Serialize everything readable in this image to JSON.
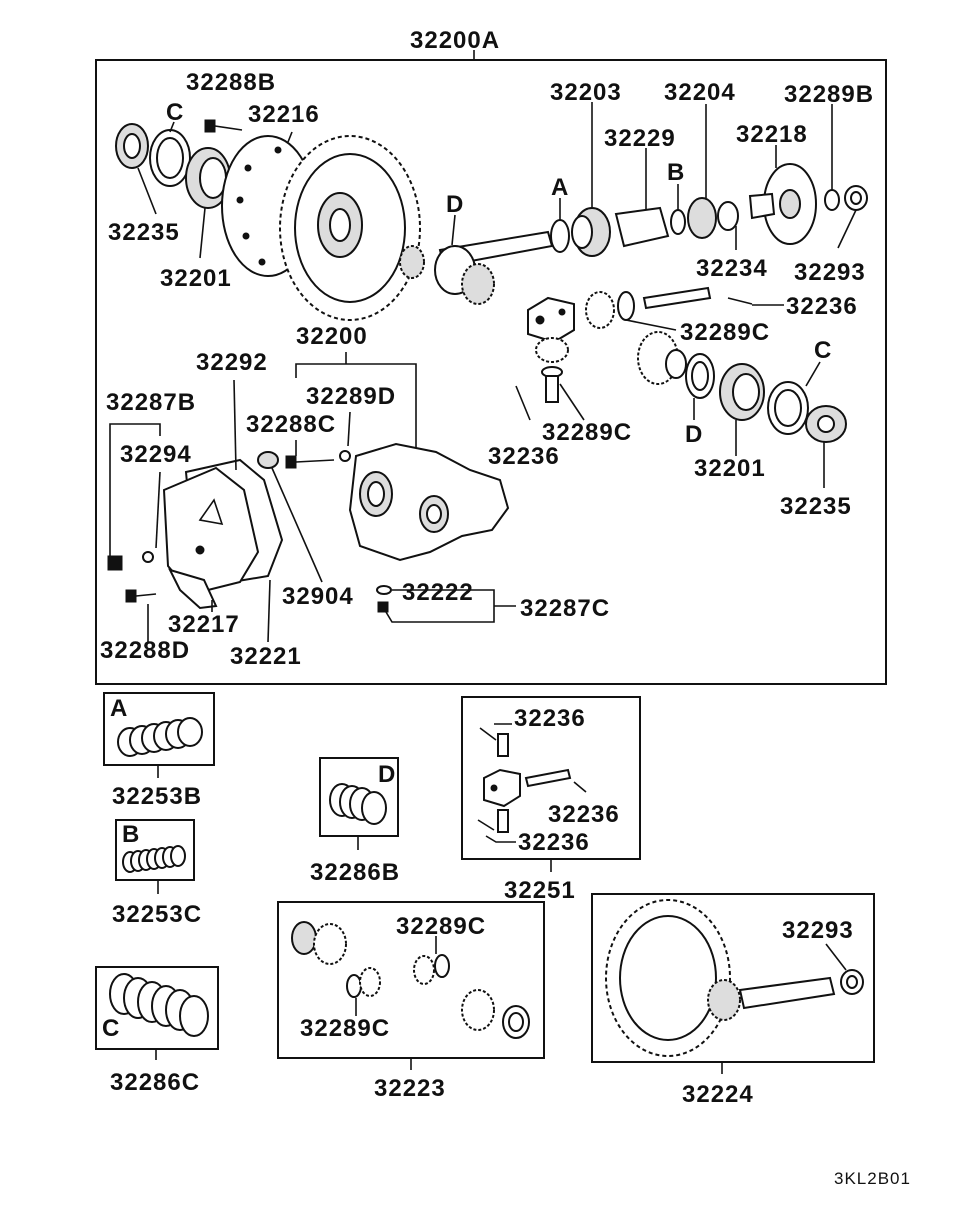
{
  "diagram": {
    "code": "3KL2B01",
    "parts": {
      "p32200A": "32200A",
      "p32288B": "32288B",
      "p32216": "32216",
      "c_top": "C",
      "p32235_top": "32235",
      "p32201_top": "32201",
      "d_top": "D",
      "a_top": "A",
      "p32203": "32203",
      "p32229": "32229",
      "b_top": "B",
      "p32204": "32204",
      "p32218": "32218",
      "p32289B": "32289B",
      "p32234": "32234",
      "p32293_top": "32293",
      "p32236_r1": "32236",
      "p32289C_r1": "32289C",
      "p32200": "32200",
      "p32292": "32292",
      "p32289D": "32289D",
      "p32287B": "32287B",
      "p32288C": "32288C",
      "p32294": "32294",
      "p32289C_r2": "32289C",
      "p32236_r2": "32236",
      "c_right": "C",
      "d_right": "D",
      "p32201_right": "32201",
      "p32235_right": "32235",
      "p32904": "32904",
      "p32222": "32222",
      "p32287C": "32287C",
      "p32217": "32217",
      "p32288D": "32288D",
      "p32221": "32221",
      "kitA": "A",
      "p32253B": "32253B",
      "kitB": "B",
      "p32253C": "32253C",
      "kitC": "C",
      "p32286C": "32286C",
      "kitD": "D",
      "p32286B": "32286B",
      "p32236_k1": "32236",
      "p32236_k2": "32236",
      "p32236_k3": "32236",
      "p32251": "32251",
      "p32289C_k1": "32289C",
      "p32289C_k2": "32289C",
      "p32223": "32223",
      "p32293_kit": "32293",
      "p32224": "32224"
    }
  }
}
